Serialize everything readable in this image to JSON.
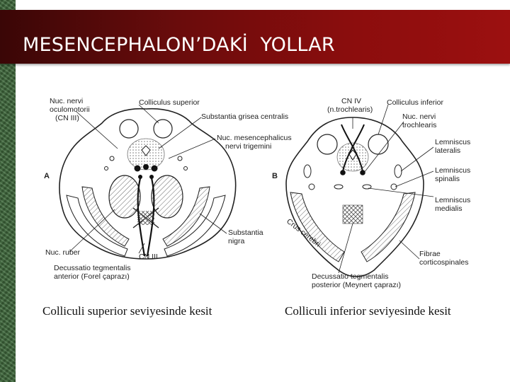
{
  "slide": {
    "title": "MESENCEPHALON’DAKİ  YOLLAR",
    "colors": {
      "title_bar": "#8c0d0d",
      "side_strip": "#3f6a3c",
      "title_text": "#ffffff"
    }
  },
  "diagram": {
    "panel_a": {
      "letter": "A",
      "labels": {
        "nuc_nervi_1": "Nuc. nervi",
        "nuc_nervi_2": "oculomotorii",
        "nuc_nervi_3": "(CN III)",
        "colliculus_superior": "Colliculus superior",
        "substantia_grisea": "Substantia grisea centralis",
        "nuc_mesenc_1": "Nuc. mesencephalicus",
        "nuc_mesenc_2": "nervi trigemini",
        "substantia_nigra_1": "Substantia",
        "substantia_nigra_2": "nigra",
        "nuc_ruber": "Nuc. ruber",
        "cn3": "CN III",
        "decussatio_1": "Decussatio tegmentalis",
        "decussatio_2": "anterior (Forel çaprazı)"
      }
    },
    "panel_b": {
      "letter": "B",
      "labels": {
        "cn4_1": "CN IV",
        "cn4_2": "(n.trochlearis)",
        "colliculus_inferior": "Colliculus inferior",
        "nuc_troch_1": "Nuc. nervi",
        "nuc_troch_2": "trochlearis",
        "lemniscus_lat_1": "Lemniscus",
        "lemniscus_lat_2": "lateralis",
        "lemniscus_sp_1": "Lemniscus",
        "lemniscus_sp_2": "spinalis",
        "lemniscus_med_1": "Lemniscus",
        "lemniscus_med_2": "medialis",
        "crus_cerebri": "Crus cerebri",
        "fibrae_1": "Fibrae",
        "fibrae_2": "corticospinales",
        "decussatio_1": "Decussatio tegmentalis",
        "decussatio_2": "posterior (Meynert çaprazı)"
      }
    }
  },
  "captions": {
    "left": "Colliculi superior seviyesinde kesit",
    "right": "Colliculi inferior seviyesinde kesit"
  }
}
